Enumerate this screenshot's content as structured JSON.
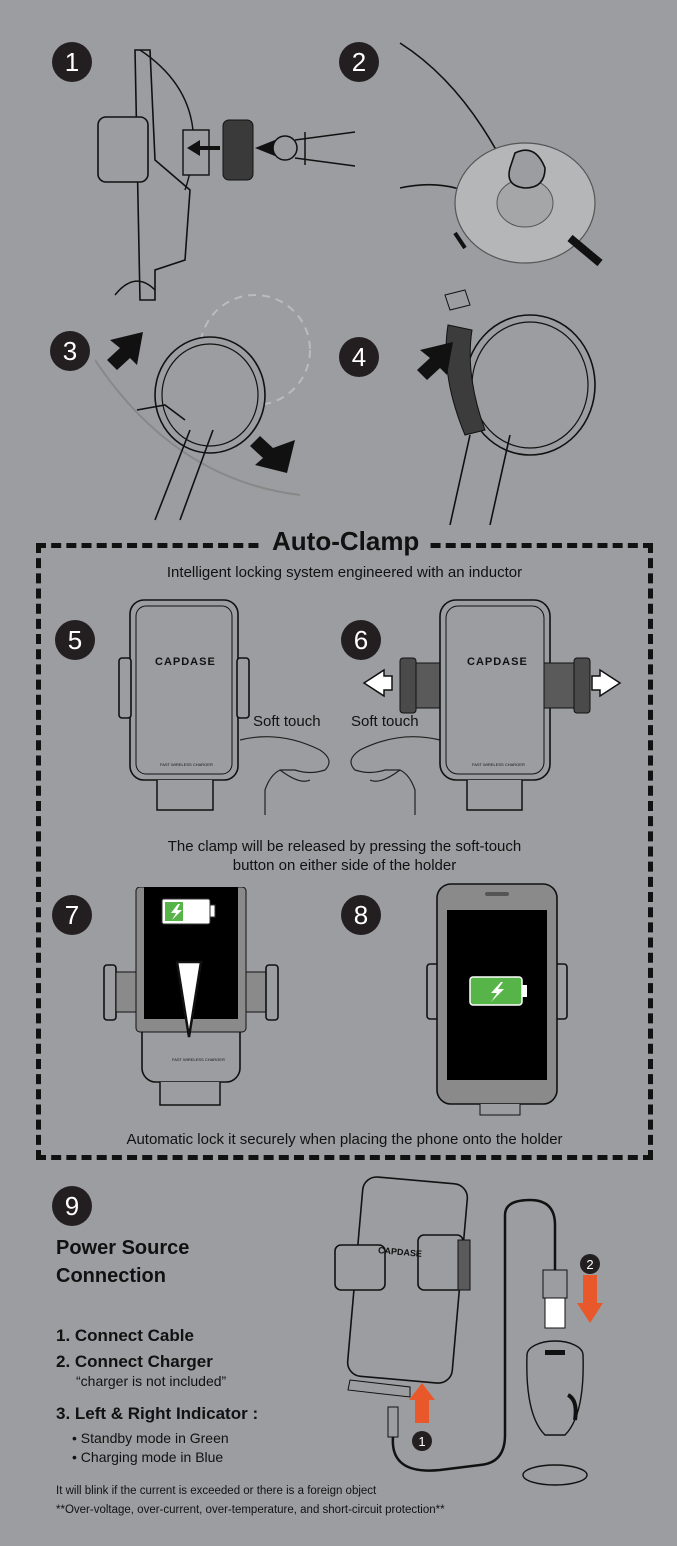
{
  "steps": {
    "s1": "1",
    "s2": "2",
    "s3": "3",
    "s4": "4",
    "s5": "5",
    "s6": "6",
    "s7": "7",
    "s8": "8",
    "s9": "9"
  },
  "auto_clamp": {
    "title": "Auto-Clamp",
    "subtitle": "Intelligent locking system engineered with an inductor",
    "brand": "CAPDASE",
    "charger_label": "FAST WIRELESS CHARGER",
    "soft_touch": "Soft touch",
    "release_line1": "The clamp will be released by pressing the soft-touch",
    "release_line2": "button on either side of the holder",
    "auto_lock": "Automatic lock it securely when placing the phone onto the holder"
  },
  "power": {
    "title_line1": "Power Source",
    "title_line2": "Connection",
    "item1": "1. Connect Cable",
    "item2": "2. Connect Charger",
    "item2_note": "“charger is not included”",
    "item3": "3. Left & Right Indicator :",
    "bullet1": "• Standby mode in Green",
    "bullet2": "• Charging mode in Blue",
    "note1": "It will blink if the current is exceeded or there is a foreign object",
    "note2": "**Over-voltage, over-current, over-temperature, and short-circuit protection**",
    "marker1": "1",
    "marker2": "2"
  },
  "colors": {
    "background": "#9c9da0",
    "battery_green": "#56b449",
    "arrow_orange": "#e8582a",
    "badge": "#231f20"
  }
}
